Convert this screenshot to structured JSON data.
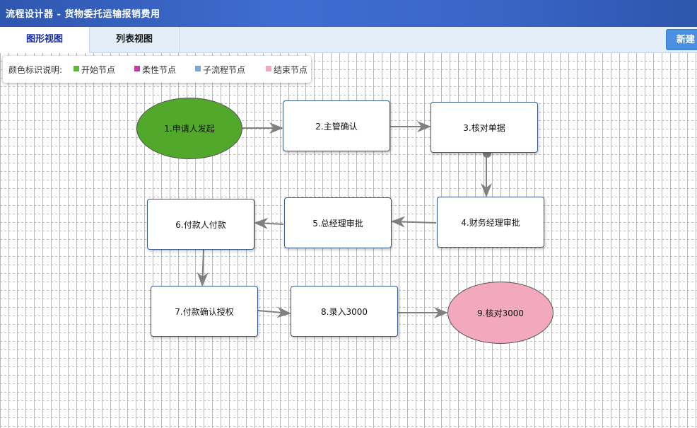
{
  "window": {
    "title": "流程设计器 - 货物委托运输报销费用"
  },
  "tabs": [
    {
      "label": "图形视图",
      "active": true
    },
    {
      "label": "列表视图",
      "active": false
    }
  ],
  "toolbar": {
    "new_label": "新建"
  },
  "legend": {
    "title": "颜色标识说明:",
    "items": [
      {
        "label": "开始节点",
        "color": "#5bb83a"
      },
      {
        "label": "柔性节点",
        "color": "#c639a3"
      },
      {
        "label": "子流程节点",
        "color": "#7aa6d8"
      },
      {
        "label": "结束节点",
        "color": "#f3a7bd"
      }
    ]
  },
  "nodes": {
    "n1": {
      "label": "1.申请人发起",
      "fill": "#52a82a"
    },
    "n2": {
      "label": "2.主管确认"
    },
    "n3": {
      "label": "3.核对单据"
    },
    "n4": {
      "label": "4.财务经理审批"
    },
    "n5": {
      "label": "5.总经理审批"
    },
    "n6": {
      "label": "6.付款人付款"
    },
    "n7": {
      "label": "7.付款确认授权"
    },
    "n8": {
      "label": "8.录入3000"
    },
    "n9": {
      "label": "9.核对3000",
      "fill": "#f2a8bd"
    }
  },
  "edge_color": "#808080"
}
